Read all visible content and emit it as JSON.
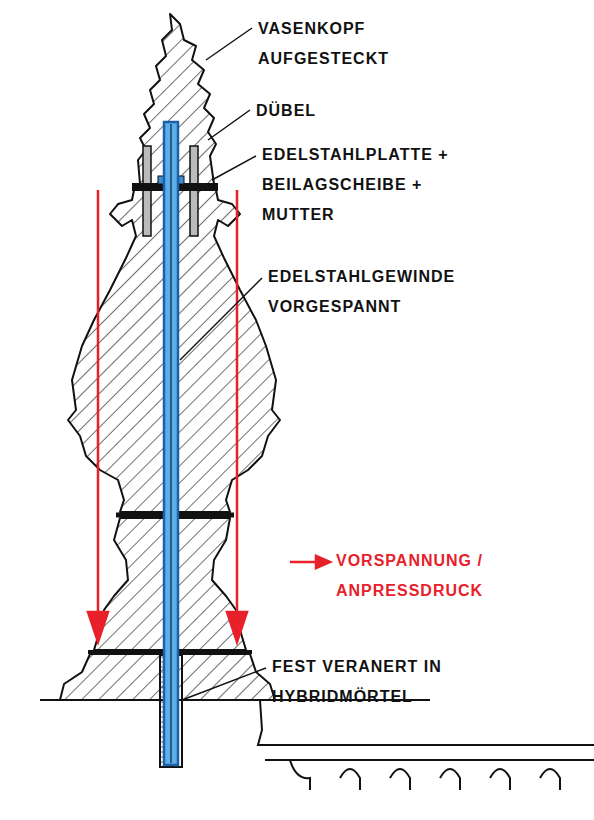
{
  "diagram": {
    "labels": [
      "VASENKOPF AUFGESTECKT",
      "DÜBEL",
      "EDELSTAHLPLATTE + BEILAGSCHEIBE + MUTTER",
      "EDELSTAHLGEWINDE VORGESPANNT",
      "VORSPANNUNG / ANPRESSDRUCK",
      "FEST VERANERT IN HYBRIDMÖRTEL"
    ]
  }
}
